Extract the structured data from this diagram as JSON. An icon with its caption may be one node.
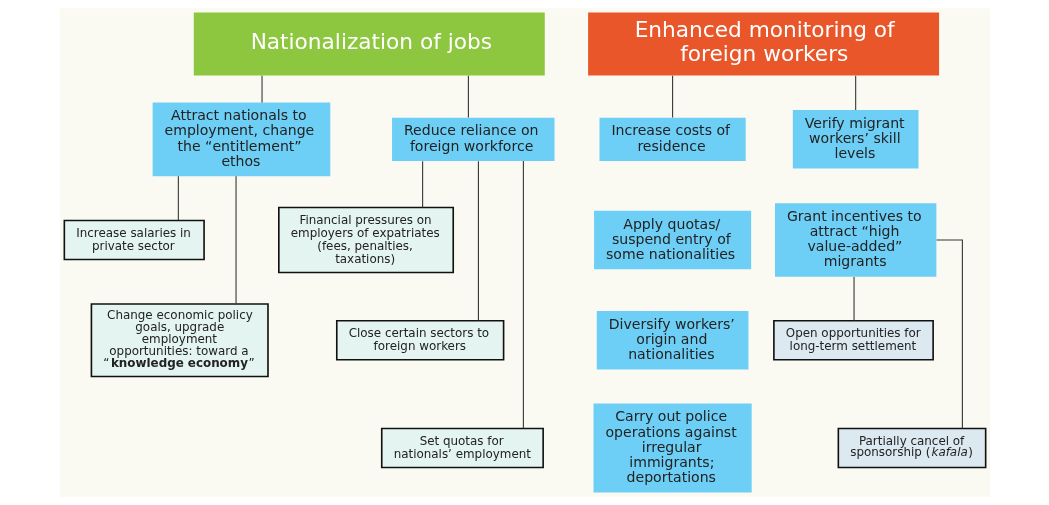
{
  "diagram": {
    "nodes": [
      {
        "text": [
          "Nationalization of jobs"
        ]
      },
      {
        "text": [
          "Attract nationals to employment, change the “entitlement” ethos"
        ]
      },
      {
        "text": [
          "Reduce reliance on foreign workforce"
        ]
      },
      {
        "text": [
          "Increase salaries in private sector"
        ]
      },
      {
        "text": [
          "Change economic policy goals, upgrade employment opportunities: toward a “**knowledge economy**”"
        ]
      },
      {
        "text": [
          "Financial pressures on employers of expatriates (fees, penalties, taxations)"
        ]
      },
      {
        "text": [
          "Close certain sectors to foreign workers"
        ]
      },
      {
        "text": [
          "Set quotas for nationals’ employment"
        ]
      },
      {
        "text": [
          "Enhanced monitoring of foreign workers"
        ]
      },
      {
        "text": [
          "Increase costs of residence"
        ]
      },
      {
        "text": [
          "Apply quotas/ suspend entry of some nationalities"
        ]
      },
      {
        "text": [
          "Diversify workers’ origin and nationalities"
        ]
      },
      {
        "text": [
          "Carry out police operations against irregular immigrants; deportations"
        ]
      },
      {
        "text": [
          "Verify migrant workers’ skill levels"
        ]
      },
      {
        "text": [
          "Grant incentives to attract “high value-added” migrants"
        ]
      },
      {
        "text": [
          "Open opportunities for long-term settlement"
        ]
      },
      {
        "text": [
          "Partially cancel of sponsorship (*kafala*)"
        ]
      }
    ],
    "edges": [
      {
        "from": 0,
        "to": 1,
        "arrow": "none"
      },
      {
        "from": 0,
        "to": 2,
        "arrow": "none"
      },
      {
        "from": 1,
        "to": 3,
        "arrow": "none"
      },
      {
        "from": 1,
        "to": 4,
        "arrow": "none"
      },
      {
        "from": 2,
        "to": 5,
        "arrow": "none"
      },
      {
        "from": 2,
        "to": 6,
        "arrow": "none"
      },
      {
        "from": 2,
        "to": 7,
        "arrow": "none"
      },
      {
        "from": 8,
        "to": 9,
        "arrow": "none"
      },
      {
        "from": 8,
        "to": 13,
        "arrow": "none"
      },
      {
        "from": 14,
        "to": 15,
        "arrow": "none"
      },
      {
        "from": 14,
        "to": 16,
        "arrow": "none"
      }
    ]
  }
}
